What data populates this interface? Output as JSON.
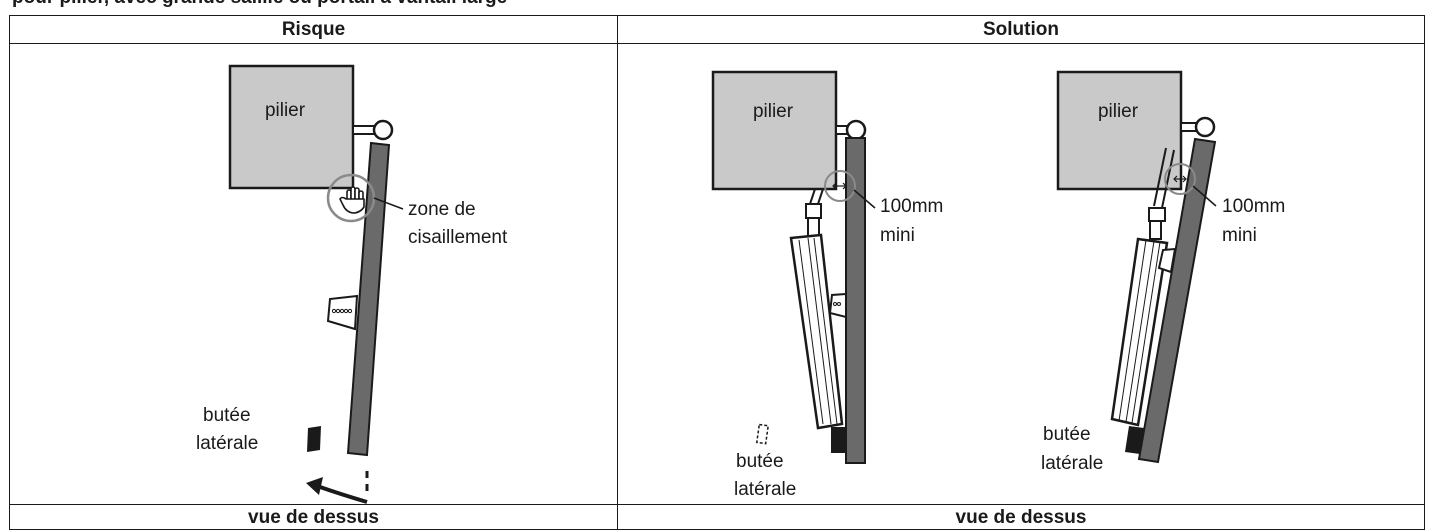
{
  "header_caption": "pour pilier, avec grande saillie ou portail à vantail large",
  "risk_panel": {
    "title": "Risque",
    "pillar_label": "pilier",
    "shear_zone_line1": "zone de",
    "shear_zone_line2": "cisaillement",
    "stop_line1": "butée",
    "stop_line2": "latérale",
    "footer": "vue de dessus"
  },
  "solution_panel": {
    "title": "Solution",
    "footer": "vue de dessus",
    "diagrams": [
      {
        "pillar_label": "pilier",
        "clearance_line1": "100mm",
        "clearance_line2": "mini",
        "stop_line1": "butée",
        "stop_line2": "latérale"
      },
      {
        "pillar_label": "pilier",
        "clearance_line1": "100mm",
        "clearance_line2": "mini",
        "stop_line1": "butée",
        "stop_line2": "latérale"
      }
    ]
  },
  "colors": {
    "pillar_fill": "#c9c9c9",
    "leaf_fill": "#6a6a6a",
    "stroke": "#1a1a1a",
    "stop_fill": "#1a1a1a",
    "zone_circle": "#8a8a8a"
  },
  "icons": [
    "hand-warning-icon",
    "double-arrow-icon",
    "curved-arrow-icon",
    "hinge-icon"
  ]
}
